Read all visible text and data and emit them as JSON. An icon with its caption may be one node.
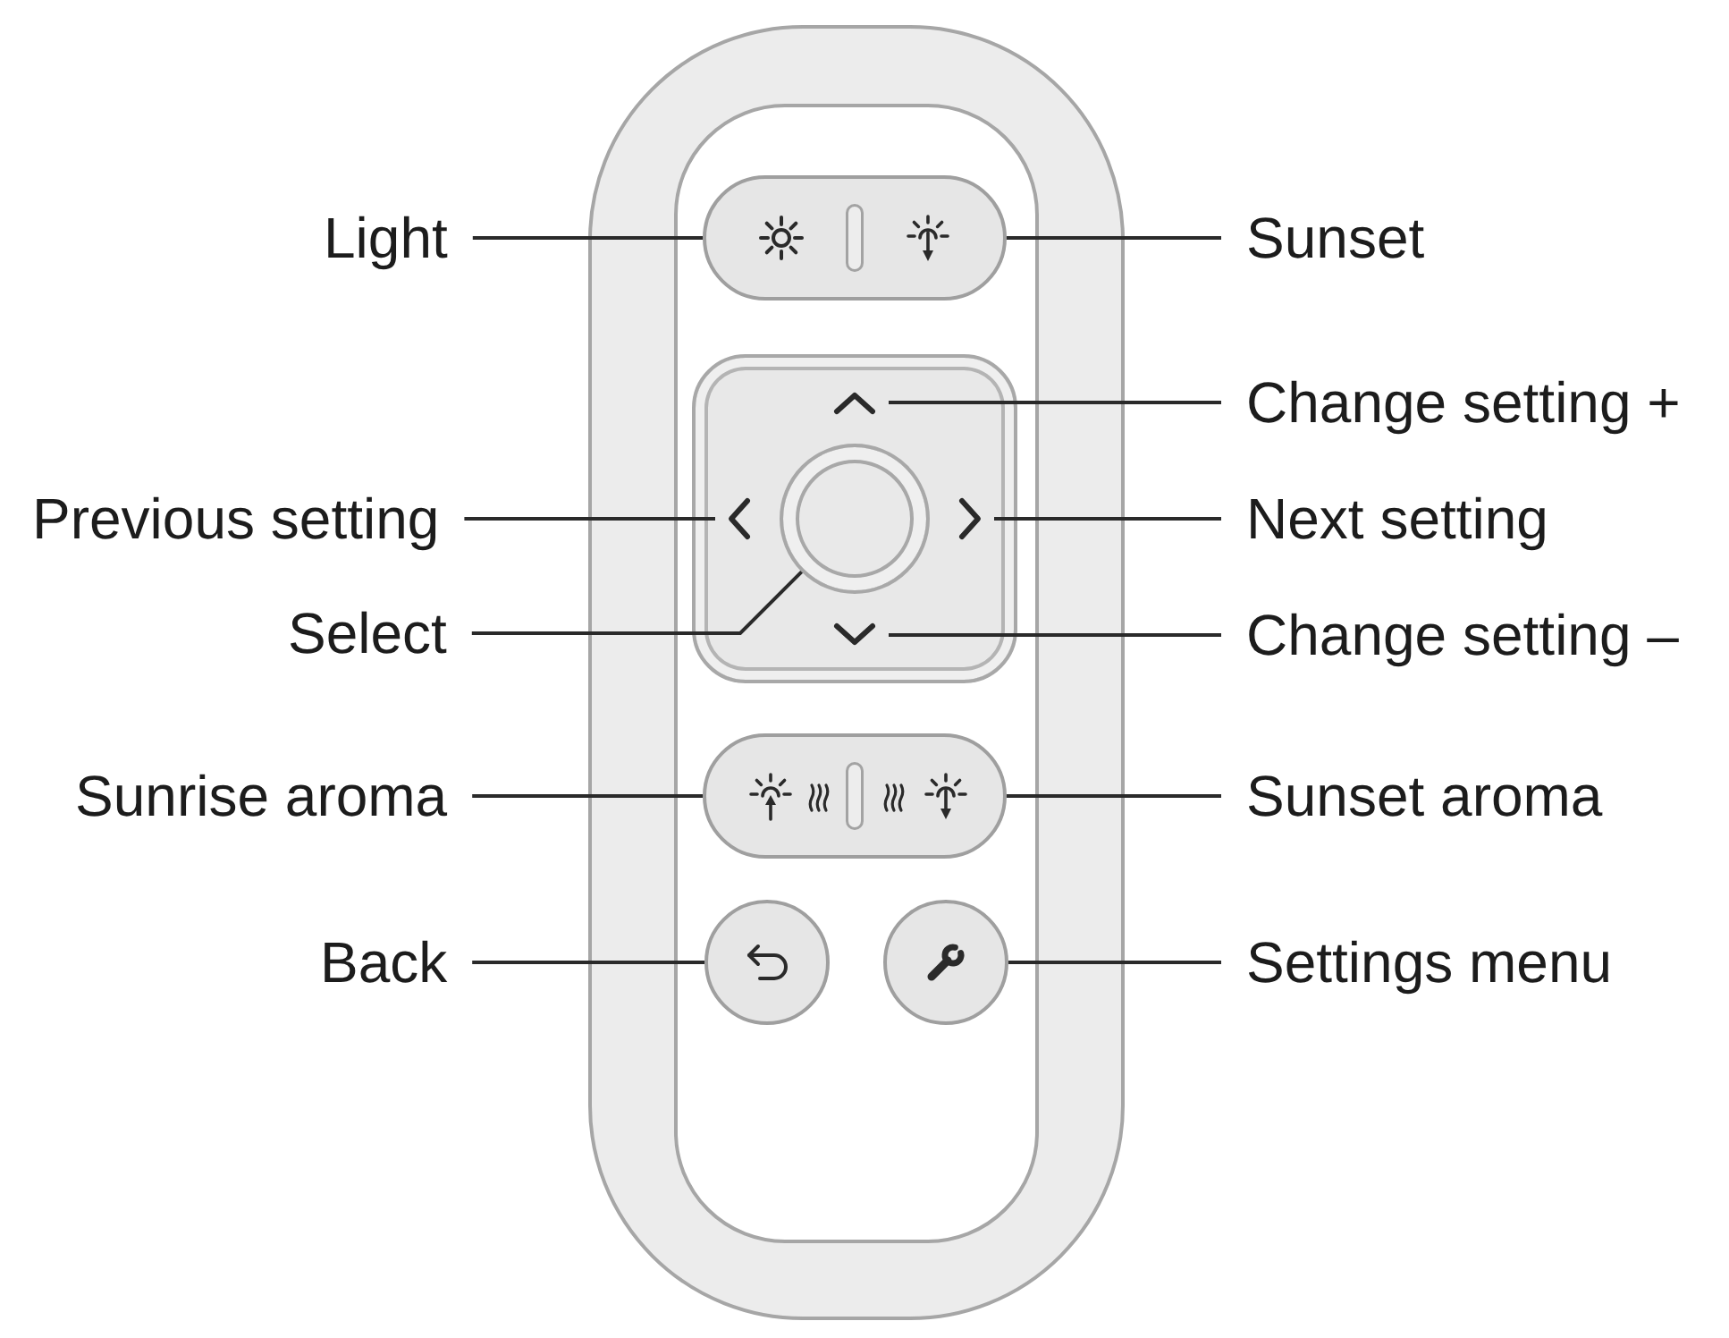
{
  "diagram": {
    "nodes": [
      {
        "text": [],
        "shape": "box"
      },
      {
        "text": [
          "Light"
        ]
      },
      {
        "text": [],
        "shape": "box",
        "in": 0
      },
      {
        "text": [
          "Sunset"
        ]
      },
      {
        "text": [],
        "shape": "box",
        "in": 0
      },
      {
        "text": [],
        "shape": "chevron",
        "in": 4
      },
      {
        "text": [
          "Change setting +"
        ]
      },
      {
        "text": [
          "Previous setting"
        ]
      },
      {
        "text": [],
        "shape": "chevron",
        "in": 4
      },
      {
        "text": [],
        "shape": "circle",
        "in": 4
      },
      {
        "text": [],
        "shape": "chevron",
        "in": 4
      },
      {
        "text": [
          "Next setting"
        ]
      },
      {
        "text": [
          "Select"
        ]
      },
      {
        "text": [],
        "shape": "chevron",
        "in": 4
      },
      {
        "text": [
          "Change setting –"
        ]
      },
      {
        "text": [
          "Sunrise aroma"
        ]
      },
      {
        "text": [],
        "shape": "box",
        "in": 0
      },
      {
        "text": [
          "Sunset aroma"
        ]
      },
      {
        "text": [
          "Back"
        ]
      },
      {
        "text": [],
        "shape": "circle",
        "in": 0
      },
      {
        "text": [],
        "shape": "circle",
        "in": 0
      },
      {
        "text": [
          "Settings menu"
        ]
      }
    ],
    "edges": [
      {
        "from": 1,
        "to": 2,
        "arrow": "none"
      },
      {
        "from": 3,
        "to": 2,
        "arrow": "none"
      },
      {
        "from": 6,
        "to": 5,
        "arrow": "none"
      },
      {
        "from": 7,
        "to": 8,
        "arrow": "none"
      },
      {
        "from": 11,
        "to": 10,
        "arrow": "none"
      },
      {
        "from": 12,
        "to": 9,
        "arrow": "none"
      },
      {
        "from": 14,
        "to": 13,
        "arrow": "none"
      },
      {
        "from": 15,
        "to": 16,
        "arrow": "none"
      },
      {
        "from": 17,
        "to": 16,
        "arrow": "none"
      },
      {
        "from": 18,
        "to": 19,
        "arrow": "none"
      },
      {
        "from": 21,
        "to": 20,
        "arrow": "none"
      }
    ]
  }
}
